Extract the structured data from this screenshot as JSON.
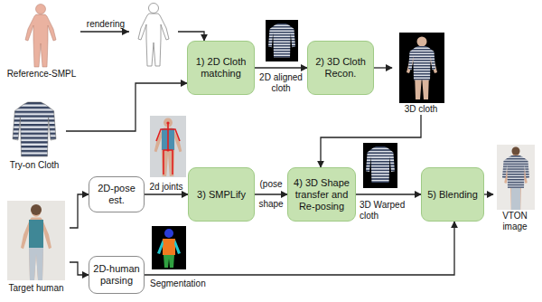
{
  "diagram": {
    "nodes": [
      {
        "text": [
          "Reference-SMPL"
        ]
      },
      {
        "text": [
          "Try-on Cloth"
        ]
      },
      {
        "text": [
          "1) 2D Cloth matching"
        ]
      },
      {
        "text": [
          "2) 3D Cloth Recon."
        ]
      },
      {
        "text": [
          "3D cloth"
        ]
      },
      {
        "text": [
          "Target human"
        ]
      },
      {
        "text": [
          "2D-pose est."
        ]
      },
      {
        "text": [
          "2D-human parsing"
        ]
      },
      {
        "text": [
          "3) SMPLify"
        ]
      },
      {
        "text": [
          "4) 3D Shape transfer and Re-posing"
        ]
      },
      {
        "text": [
          "5) Blending"
        ]
      },
      {
        "text": [
          "VTON image"
        ]
      }
    ],
    "edges": [
      {
        "from": 0,
        "to": 2,
        "arrow": "to",
        "label": "rendering"
      },
      {
        "from": 1,
        "to": 2,
        "arrow": "to"
      },
      {
        "from": 2,
        "to": 3,
        "arrow": "to",
        "label": "2D aligned cloth"
      },
      {
        "from": 3,
        "to": 4,
        "arrow": "to"
      },
      {
        "from": 4,
        "to": 9,
        "arrow": "to"
      },
      {
        "from": 5,
        "to": 6,
        "arrow": "to"
      },
      {
        "from": 5,
        "to": 7,
        "arrow": "to"
      },
      {
        "from": 6,
        "to": 8,
        "arrow": "to",
        "label": "2d joints"
      },
      {
        "from": 8,
        "to": 9,
        "arrow": "to",
        "label": "(pose shape"
      },
      {
        "from": 9,
        "to": 10,
        "arrow": "to",
        "label": "3D Warped cloth"
      },
      {
        "from": 7,
        "to": 10,
        "arrow": "to",
        "label": "Segmentation"
      },
      {
        "from": 10,
        "to": 11,
        "arrow": "to"
      }
    ]
  }
}
